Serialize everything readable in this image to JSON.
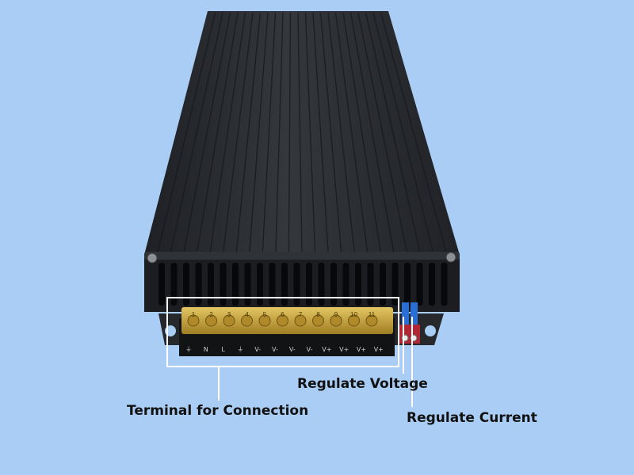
{
  "annotations": {
    "terminal_label": "Terminal for Connection",
    "voltage_label": "Regulate Voltage",
    "current_label": "Regulate Current"
  },
  "terminal_strip": {
    "numbers": [
      "1",
      "2",
      "3",
      "4",
      "5",
      "6",
      "7",
      "8",
      "9",
      "10",
      "11"
    ],
    "markings": [
      "⏚",
      "N",
      "L",
      "⏚",
      "V-",
      "V-",
      "V-",
      "V-",
      "V+",
      "V+",
      "V+",
      "V+"
    ]
  },
  "colors": {
    "background": "#a9cdf4",
    "enclosure": "#2a2d31",
    "terminal_cover": "#c9a43a",
    "callout_line": "#ffffff",
    "adjust_pot": "#2a6fd6"
  },
  "icons": {
    "screw": "screw-icon",
    "potentiometer": "potentiometer-icon"
  }
}
